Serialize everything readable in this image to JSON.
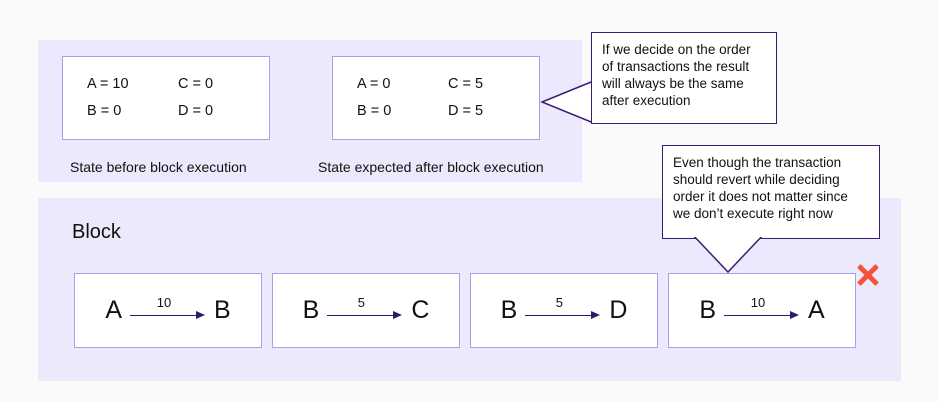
{
  "diagram": {
    "page_background": "#fafafa",
    "panel_background": "#ebe9fb",
    "box_border_color": "#a9a0ec",
    "callout_border_color": "#3d1a78",
    "arrow_color": "#2c1a6b",
    "x_mark_color": "#f4523b"
  },
  "state_section": {
    "before": {
      "caption": "State before block execution",
      "cells": [
        "A = 10",
        "C = 0",
        "B = 0",
        "D = 0"
      ]
    },
    "after": {
      "caption": "State expected after block execution",
      "cells": [
        "A = 0",
        "C = 5",
        "B = 0",
        "D = 5"
      ]
    }
  },
  "block_section": {
    "title": "Block",
    "transactions": [
      {
        "from": "A",
        "amount": "10",
        "to": "B",
        "reverts": false
      },
      {
        "from": "B",
        "amount": "5",
        "to": "C",
        "reverts": false
      },
      {
        "from": "B",
        "amount": "5",
        "to": "D",
        "reverts": false
      },
      {
        "from": "B",
        "amount": "10",
        "to": "A",
        "reverts": true
      }
    ]
  },
  "callouts": [
    {
      "id": "order-result-callout",
      "text": "If we decide on the order\nof transactions the result\nwill always be the same\nafter execution"
    },
    {
      "id": "revert-note-callout",
      "text": "Even though the transaction\nshould revert while deciding\norder it does not matter since\nwe don’t execute right now"
    }
  ]
}
